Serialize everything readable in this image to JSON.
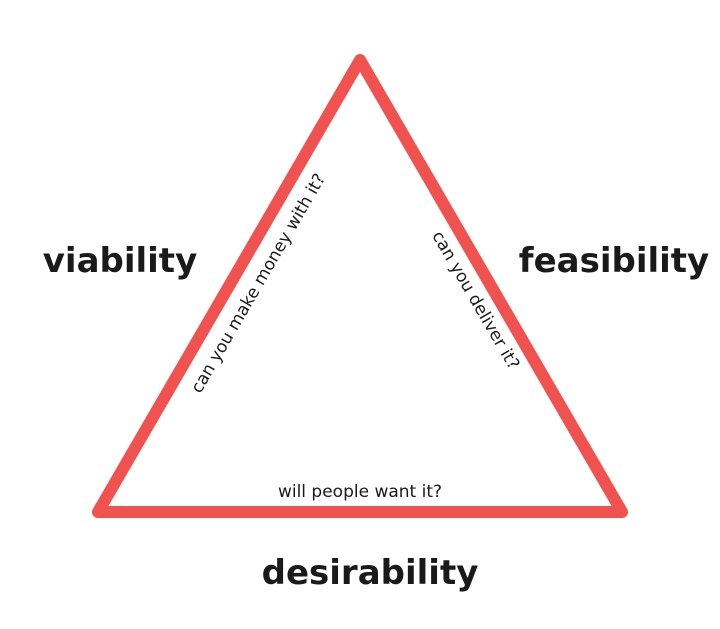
{
  "diagram": {
    "vertex_labels": {
      "left": "viability",
      "right": "feasibility",
      "bottom": "desirability"
    },
    "edge_labels": {
      "left": "can you make money with it?",
      "right": "can you deliver it?",
      "bottom": "will people want it?"
    },
    "colors": {
      "triangle_stroke": "#f0524f",
      "text": "#1a1a1a",
      "background": "#ffffff"
    }
  }
}
